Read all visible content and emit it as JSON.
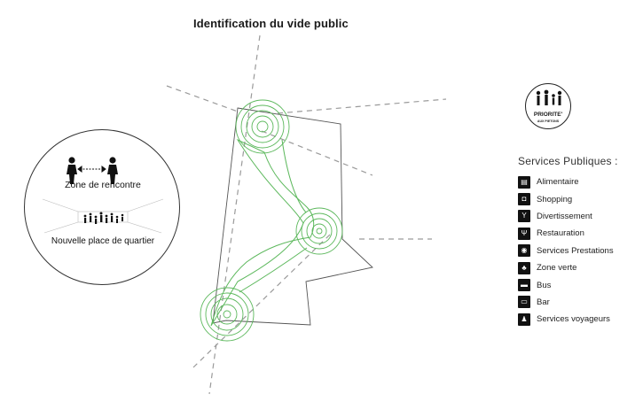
{
  "title": "Identification du vide public",
  "left_panel": {
    "label_top": "Zone de rencontre",
    "label_bottom": "Nouvelle place de quartier",
    "figures": [
      "person-icon",
      "double-arrow-icon",
      "person-icon",
      "crowd-icon"
    ]
  },
  "badge": {
    "line1": "PRIORITE'",
    "line2": "AUX PIETONS",
    "icon": "pedestrian-family-icon"
  },
  "legend": {
    "title": "Services Publiques :",
    "items": [
      {
        "label": "Alimentaire",
        "icon": "cart-icon",
        "glyph": "▤"
      },
      {
        "label": "Shopping",
        "icon": "shopping-bag-icon",
        "glyph": "◘"
      },
      {
        "label": "Divertissement",
        "icon": "glass-icon",
        "glyph": "Y"
      },
      {
        "label": "Restauration",
        "icon": "cutlery-icon",
        "glyph": "Ψ"
      },
      {
        "label": "Services Prestations",
        "icon": "globe-icon",
        "glyph": "◉"
      },
      {
        "label": "Zone verte",
        "icon": "tree-icon",
        "glyph": "♣"
      },
      {
        "label": "Bus",
        "icon": "bus-icon",
        "glyph": "▬"
      },
      {
        "label": "Bar",
        "icon": "bar-icon",
        "glyph": "▭"
      },
      {
        "label": "Services voyageurs",
        "icon": "traveler-icon",
        "glyph": "♟"
      }
    ]
  },
  "colors": {
    "green": "#5cb85c",
    "outline": "#444444",
    "dashed": "#9a9a9a"
  }
}
